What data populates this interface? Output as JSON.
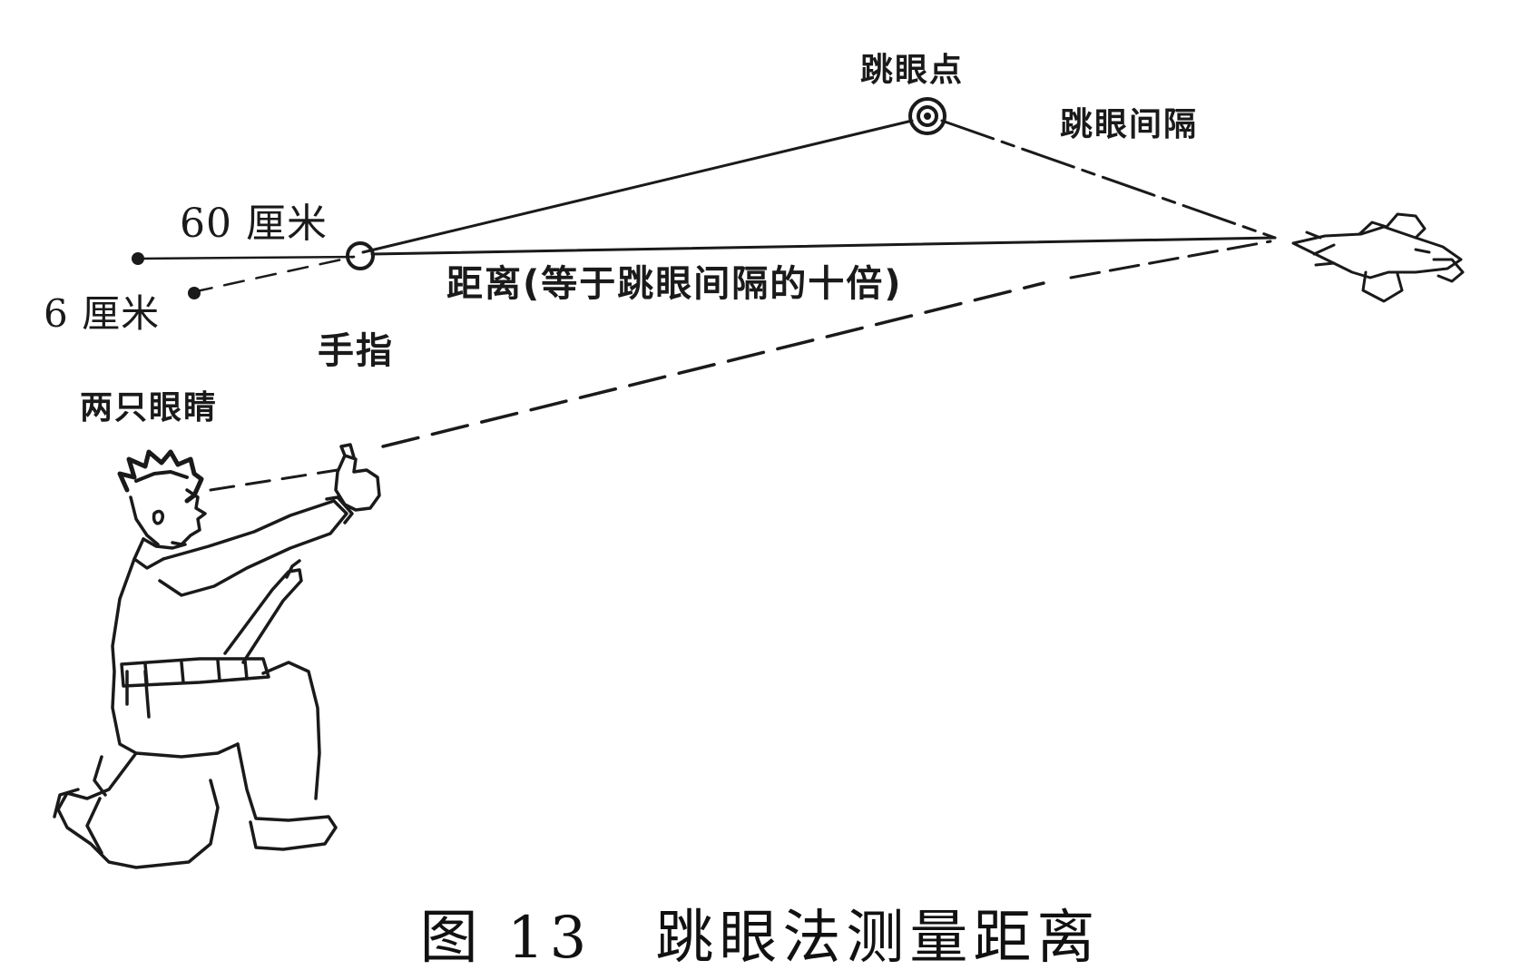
{
  "labels": {
    "jump_point": "跳眼点",
    "jump_interval": "跳眼间隔",
    "sixty_cm": "60 厘米",
    "six_cm": "6 厘米",
    "finger": "手指",
    "distance": "距离(等于跳眼间隔的十倍)",
    "two_eyes": "两只眼睛"
  },
  "caption": "图 13　跳眼法测量距离",
  "colors": {
    "ink": "#1a1a1a",
    "background": "#ffffff"
  }
}
